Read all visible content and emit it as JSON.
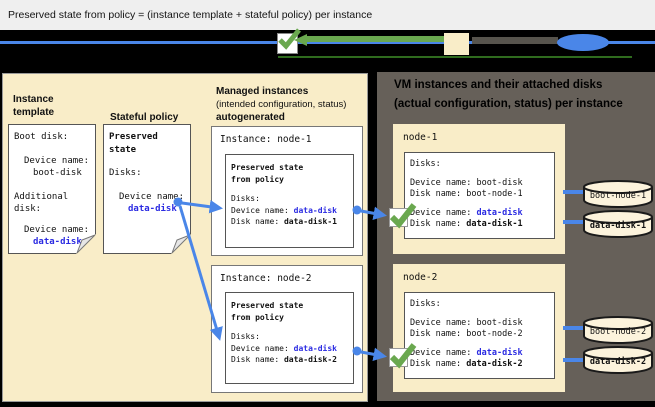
{
  "colors": {
    "accent_blue": "#4A86E8",
    "link_blue": "#2B2BE2",
    "check_green": "#6AA84F",
    "panel_cream": "#F9EDC8",
    "panel_gray": "#666059",
    "cylinder_cream": "#FCF3DC",
    "legend_background": "#000000",
    "title_background": "#EFEFEF"
  },
  "title_bar": {
    "title": "Preserved state from policy = (instance template + stateful policy) per instance"
  },
  "legend": {
    "icons": {
      "check": "green-checkmark-box",
      "green_arrow": "green-arrow-left",
      "instance_swatch": "cream-instance-swatch",
      "gray_bar": "gray-bar",
      "disk": "blue-disk-ellipse",
      "blue_line": "blue-connector-line"
    }
  },
  "instance_template": {
    "header": "Instance template",
    "boot_disk_label": "Boot disk:",
    "device_name_label": "Device name:",
    "boot_device_value": "boot-disk",
    "additional_disk_label": "Additional disk:",
    "data_device_name_label": "Device name:",
    "data_device_value": "data-disk"
  },
  "stateful_policy": {
    "header": "Stateful policy",
    "box_title": "Preserved state",
    "disks_label": "Disks:",
    "device_name_label": "Device name:",
    "device_value": "data-disk"
  },
  "managed_instances": {
    "header_line1": "Managed instances",
    "header_line2": "(intended configuration, status)",
    "header_line3": "autogenerated",
    "instances": [
      {
        "label": "Instance: node-1",
        "box_title_line1": "Preserved state",
        "box_title_line2": "from policy",
        "disks_label": "Disks:",
        "device_label": "Device name: ",
        "device_value": "data-disk",
        "disk_label": "Disk name: ",
        "disk_value": "data-disk-1"
      },
      {
        "label": "Instance: node-2",
        "box_title_line1": "Preserved state",
        "box_title_line2": "from policy",
        "disks_label": "Disks:",
        "device_label": "Device name: ",
        "device_value": "data-disk",
        "disk_label": "Disk name: ",
        "disk_value": "data-disk-2"
      }
    ]
  },
  "vm_instances": {
    "header_line1": "VM instances and their attached disks",
    "header_line2": "(actual configuration, status) per instance",
    "nodes": [
      {
        "name": "node-1",
        "disks_label": "Disks:",
        "boot_device_label": "Device name: ",
        "boot_device_value": "boot-disk",
        "boot_disk_label": "Disk name: ",
        "boot_disk_value": "boot-node-1",
        "data_device_label": "Device name: ",
        "data_device_value": "data-disk",
        "data_disk_label": "Disk name: ",
        "data_disk_value": "data-disk-1"
      },
      {
        "name": "node-2",
        "disks_label": "Disks:",
        "boot_device_label": "Device name: ",
        "boot_device_value": "boot-disk",
        "boot_disk_label": "Disk name: ",
        "boot_disk_value": "boot-node-2",
        "data_device_label": "Device name: ",
        "data_device_value": "data-disk",
        "data_disk_label": "Disk name: ",
        "data_disk_value": "data-disk-2"
      }
    ],
    "disks": [
      {
        "label": "boot-node-1"
      },
      {
        "label": "data-disk-1"
      },
      {
        "label": "boot-node-2"
      },
      {
        "label": "data-disk-2"
      }
    ]
  }
}
